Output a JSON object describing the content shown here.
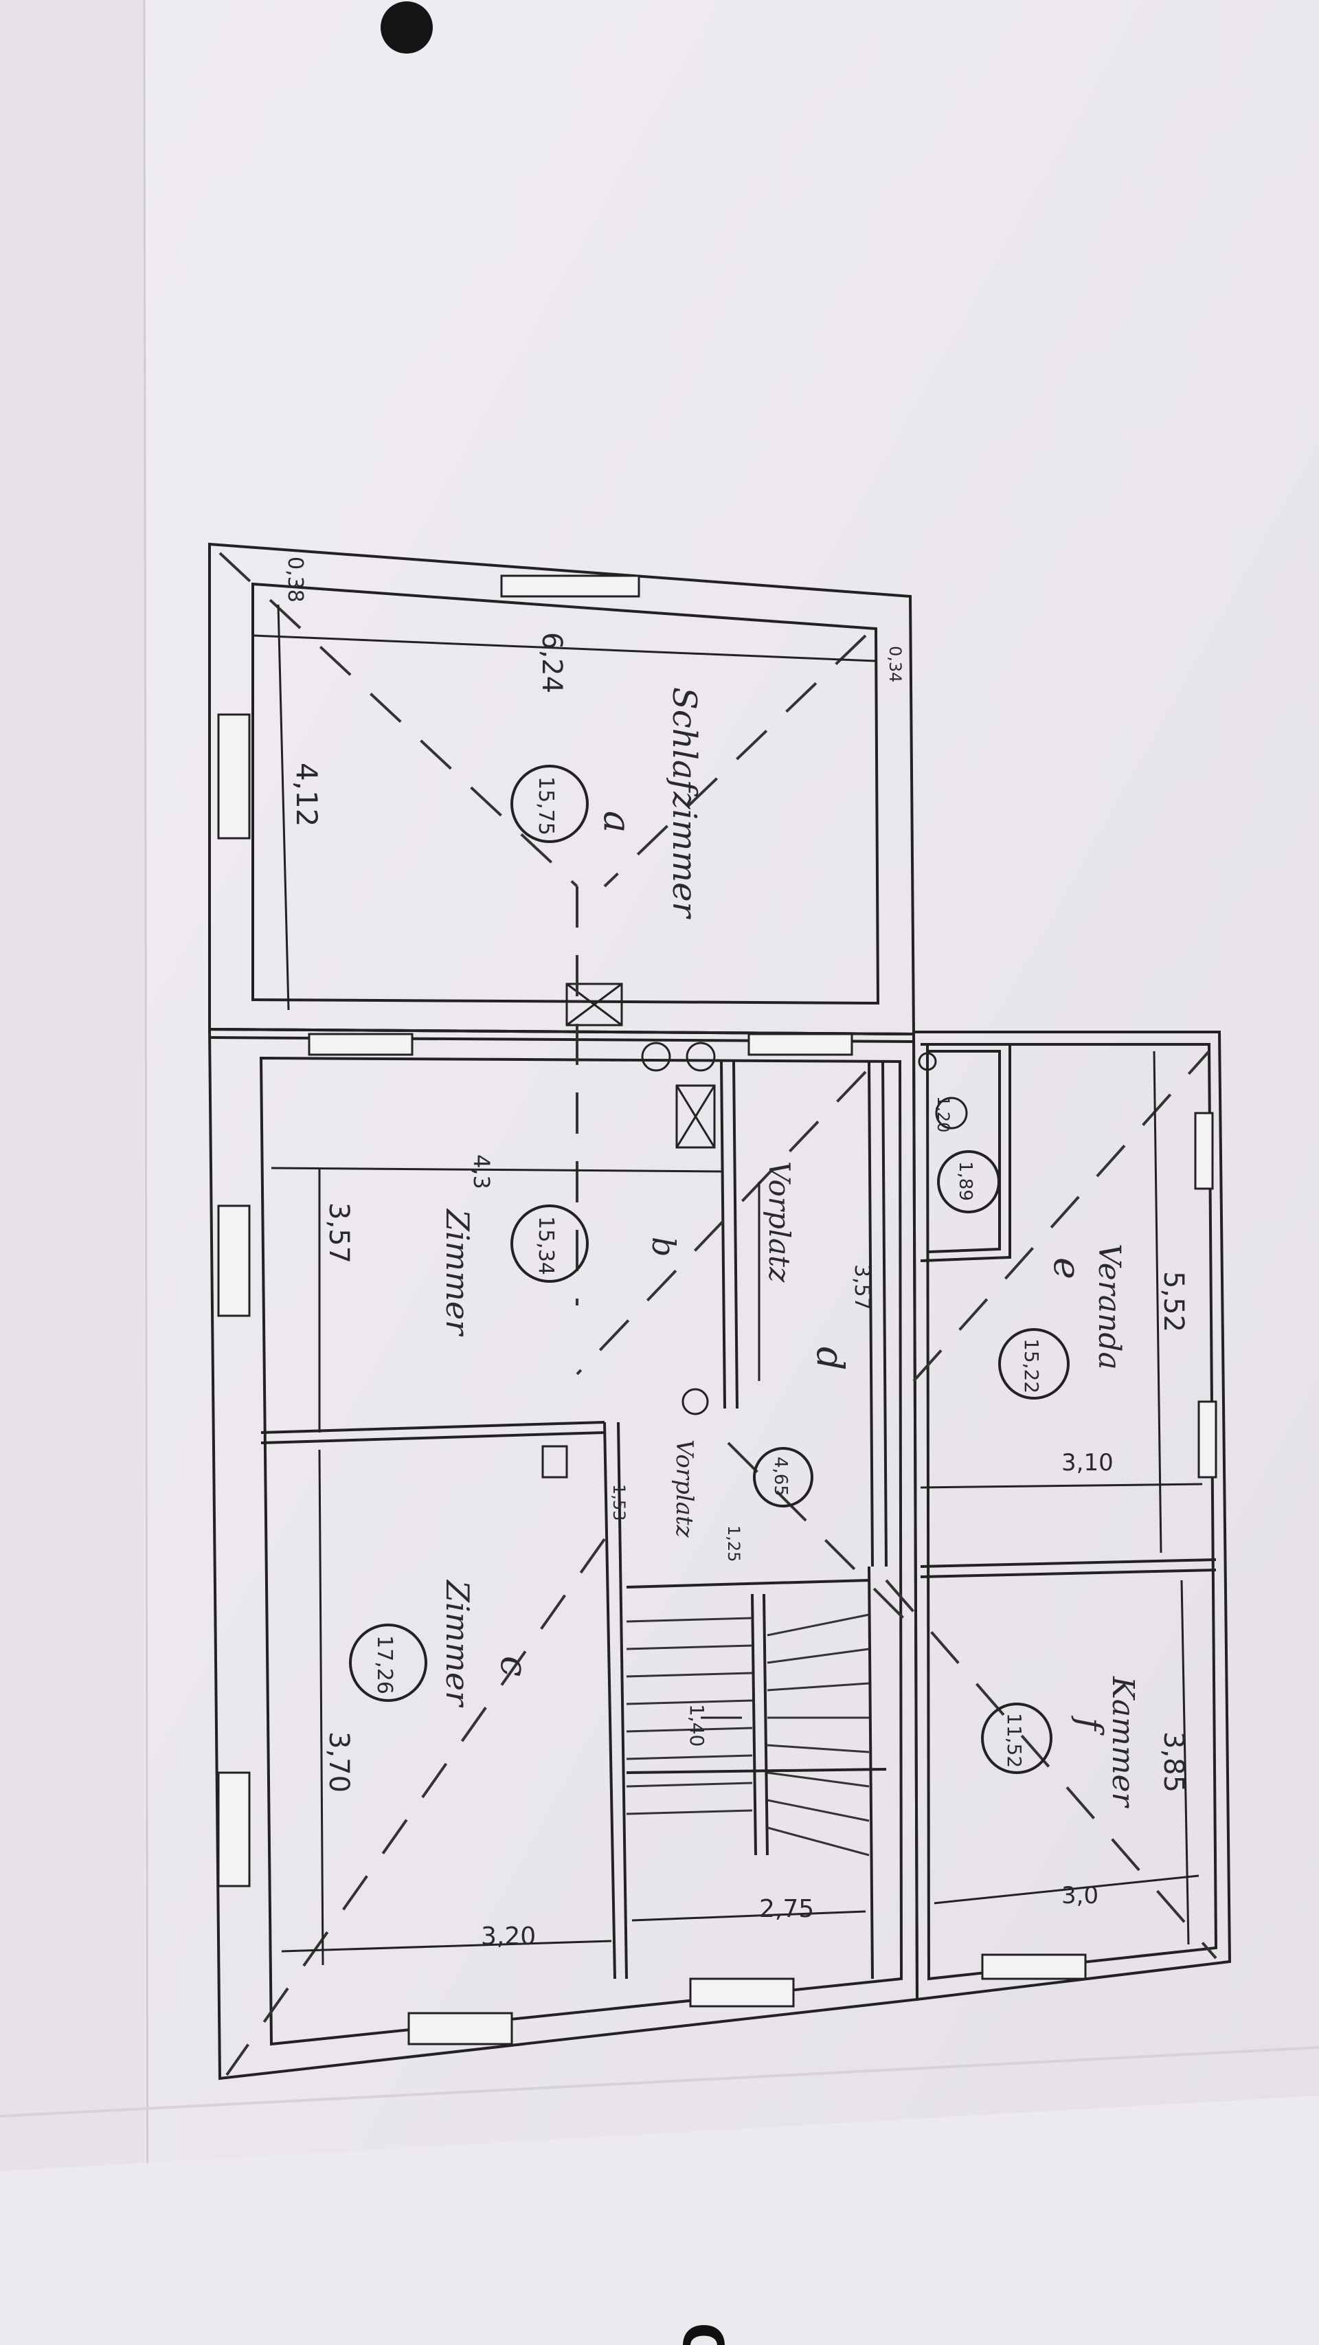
{
  "rooms": [
    {
      "id": "a",
      "name": "Schlafzimmer",
      "letter": "a",
      "area": "15,75"
    },
    {
      "id": "b",
      "name": "Zimmer",
      "letter": "b",
      "area": "15,34"
    },
    {
      "id": "c",
      "name": "Zimmer",
      "letter": "c",
      "area": "17,26"
    },
    {
      "id": "d",
      "name": "Vorplatz",
      "letter": "d",
      "area": "4,65"
    },
    {
      "id": "e",
      "name": "Veranda",
      "letter": "e",
      "area": "15,22"
    },
    {
      "id": "f",
      "name": "Kammer",
      "letter": "f",
      "area": "11,52"
    },
    {
      "id": "wc",
      "name": "",
      "letter": "",
      "area": "1,89"
    }
  ],
  "dimensions": {
    "top_wall": "0,38",
    "right_wall": "0,34",
    "a_width": "6,24",
    "a_depth": "4,12",
    "b_width": "3,57",
    "b_depth": "4,3",
    "d_depth": "3,57",
    "c_depth": "3,70",
    "c_width": "3,20",
    "e_length": "5,52",
    "e_width": "3,10",
    "f_length": "3,85",
    "f_width": "3,0",
    "stair_width": "2,75",
    "stair_run": "1,40",
    "hall_gap": "1,53",
    "wc_width": "1,20",
    "small_a": "1,25"
  },
  "vorplatz_lower": "Vorplatz",
  "cropped_text": "O"
}
